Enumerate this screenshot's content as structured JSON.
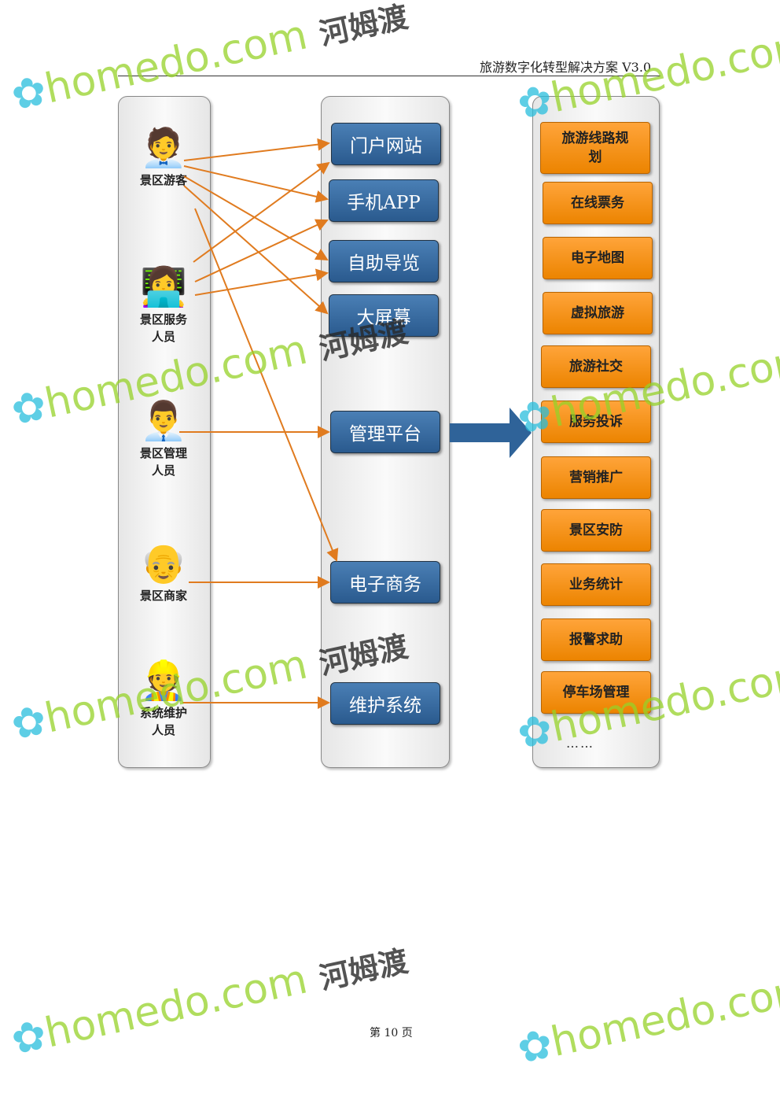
{
  "header": {
    "title": "旅游数字化转型解决方案 V3.0"
  },
  "diagram": {
    "actors": [
      {
        "label": "景区游客",
        "icon": "businessman-walking-icon"
      },
      {
        "label": "景区服务人员",
        "icon": "office-worker-computer-icon"
      },
      {
        "label": "景区管理人员",
        "icon": "manager-phone-icon"
      },
      {
        "label": "景区商家",
        "icon": "merchant-coffee-icon"
      },
      {
        "label": "系统维护人员",
        "icon": "maintenance-worker-icon"
      }
    ],
    "channels": [
      "门户网站",
      "手机APP",
      "自助导览",
      "大屏幕",
      "管理平台",
      "电子商务",
      "维护系统"
    ],
    "functions": [
      "旅游线路规划",
      "在线票务",
      "电子地图",
      "虚拟旅游",
      "旅游社交",
      "服务投诉",
      "营销推广",
      "景区安防",
      "业务统计",
      "报警求助",
      "停车场管理"
    ],
    "more": "……",
    "colors": {
      "arrow": "#e07b1f",
      "channel": "#2f6399",
      "function": "#f59a1c"
    }
  },
  "watermark": {
    "brand": "homedo.com",
    "cn": "河姆渡"
  },
  "footer": {
    "page": "第 10 页"
  }
}
